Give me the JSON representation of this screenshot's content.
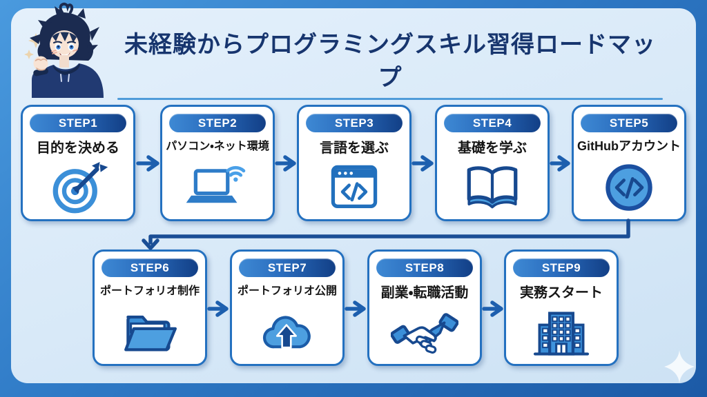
{
  "poster": {
    "title": "未経験からプログラミングスキル習得ロードマップ",
    "avatar": "anime-boy-cheering",
    "decoration": "sparkle"
  },
  "steps": [
    {
      "badge": "STEP1",
      "label": "目的を決める",
      "icon": "target-dart-icon"
    },
    {
      "badge": "STEP2",
      "label": "パソコン・ネット環境",
      "icon": "laptop-wifi-icon"
    },
    {
      "badge": "STEP3",
      "label": "言語を選ぶ",
      "icon": "code-window-icon"
    },
    {
      "badge": "STEP4",
      "label": "基礎を学ぶ",
      "icon": "open-book-icon"
    },
    {
      "badge": "STEP5",
      "label": "GitHubアカウント",
      "icon": "code-circle-icon"
    },
    {
      "badge": "STEP6",
      "label": "ポートフォリオ制作",
      "icon": "open-folder-icon"
    },
    {
      "badge": "STEP7",
      "label": "ポートフォリオ公開",
      "icon": "cloud-upload-icon"
    },
    {
      "badge": "STEP8",
      "label": "副業・転職活動",
      "icon": "handshake-icon"
    },
    {
      "badge": "STEP9",
      "label": "実務スタート",
      "icon": "office-building-icon"
    }
  ],
  "colors": {
    "frame_blue": "#2f7ac6",
    "panel_blue": "#d8e9f8",
    "badge_gradient_start": "#3e89d4",
    "badge_gradient_end": "#123f86",
    "card_border": "#2471c0",
    "arrow_blue": "#1d5fae",
    "connector_navy": "#1a4e96",
    "title_navy": "#17356e",
    "icon_blue": "#3b8fd8",
    "icon_navy": "#17498f"
  }
}
